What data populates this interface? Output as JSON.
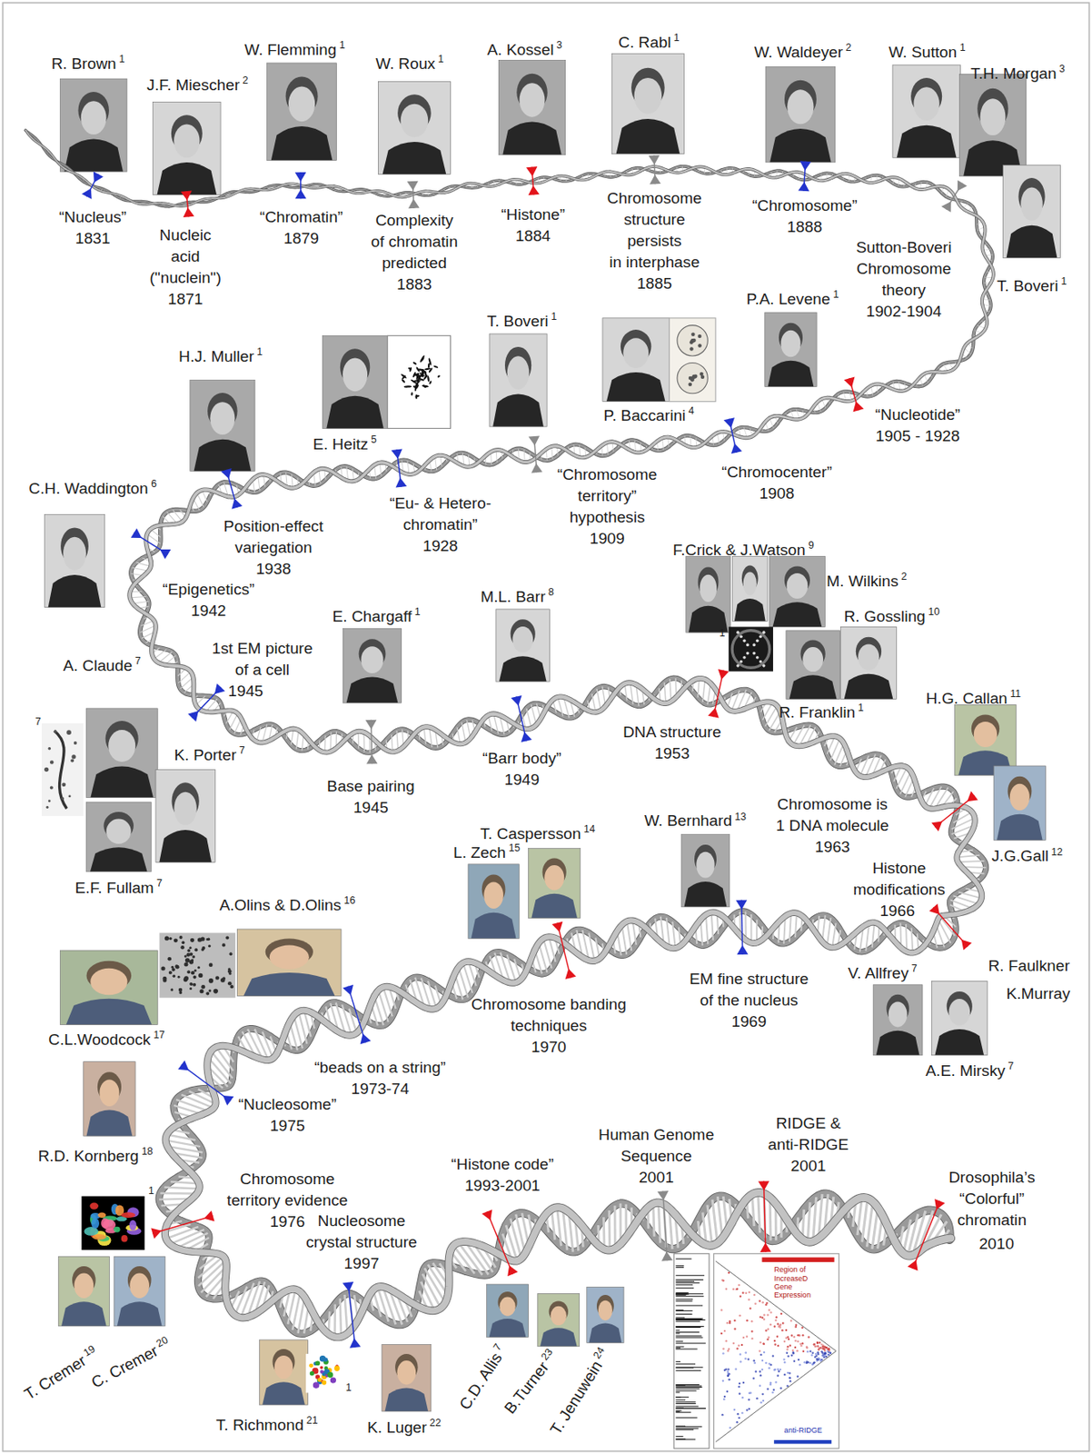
{
  "diagram": {
    "labels": [
      "R. Brown",
      "1",
      "J.F. Miescher",
      "2",
      "W. Flemming",
      "1",
      "W. Roux",
      "1",
      "A. Kossel",
      "3",
      "C. Rabl",
      "1",
      "W. Waldeyer",
      "2",
      "W. Sutton",
      "1",
      "T.H. Morgan",
      "3",
      "“Nucleus”",
      "1831",
      "Nucleic acid (\"nuclein\")",
      "1871",
      "“Chromatin”",
      "1879",
      "Complexity of chromatin predicted",
      "1883",
      "“Histone”",
      "1884",
      "Chromosome structure persists in interphase",
      "1885",
      "“Chromosome”",
      "1888",
      "Sutton-Boveri Chromosome theory",
      "1902-1904",
      "T. Boveri",
      "1",
      "P.A. Levene",
      "1",
      "“Nucleotide”",
      "1905 - 1928",
      "P. Baccarini",
      "4",
      "“Chromocenter”",
      "1908",
      "T. Boveri",
      "1",
      "“Chromosome territory” hypothesis",
      "1909",
      "E. Heitz",
      "5",
      "“Eu- & Hetero- chromatin”",
      "1928",
      "H.J. Muller",
      "1",
      "Position-effect variegation",
      "1938",
      "C.H. Waddington",
      "6",
      "“Epigenetics”",
      "1942",
      "1st EM picture of a cell",
      "1945",
      "E. Chargaff",
      "1",
      "Base pairing",
      "1945",
      "M.L. Barr",
      "8",
      "“Barr body”",
      "1949",
      "A. Claude",
      "7",
      "K. Porter",
      "7",
      "E.F. Fullam",
      "7",
      "7",
      "F.Crick & J.Watson",
      "9",
      "M. Wilkins",
      "2",
      "R. Gossling",
      "10",
      "1",
      "R. Franklin",
      "1",
      "DNA structure",
      "1953",
      "H.G. Callan",
      "11",
      "J.G.Gall",
      "12",
      "Chromosome is 1 DNA molecule",
      "1963",
      "Histone modifications",
      "1966",
      "V. Allfrey",
      "7",
      "R. Faulkner",
      "K.Murray",
      "A.E. Mirsky",
      "7",
      "W. Bernhard",
      "13",
      "EM fine structure of the nucleus",
      "1969",
      "T. Caspersson",
      "14",
      "L. Zech",
      "15",
      "Chromosome banding techniques",
      "1970",
      "A.Olins & D.Olins",
      "16",
      "“beads on a string”",
      "1973-74",
      "C.L.Woodcock",
      "17",
      "R.D. Kornberg",
      "18",
      "“Nucleosome”",
      "1975",
      "Chromosome territory evidence",
      "1976",
      "1",
      "T. Cremer",
      "19",
      "C. Cremer",
      "20",
      "Nucleosome crystal structure",
      "1997",
      "1",
      "T. Richmond",
      "21",
      "K. Luger",
      "22",
      "“Histone code”",
      "1993-2001",
      "C.D. Allis",
      "7",
      "B.Turner",
      "23",
      "T. Jenuwein",
      "24",
      "Human Genome Sequence",
      "2001",
      "RIDGE & anti-RIDGE",
      "2001",
      "Drosophila’s “Colorful” chromatin",
      "2010",
      "Region of",
      "IncreaseD",
      "Gene",
      "Expression",
      "anti-RIDGE"
    ]
  }
}
